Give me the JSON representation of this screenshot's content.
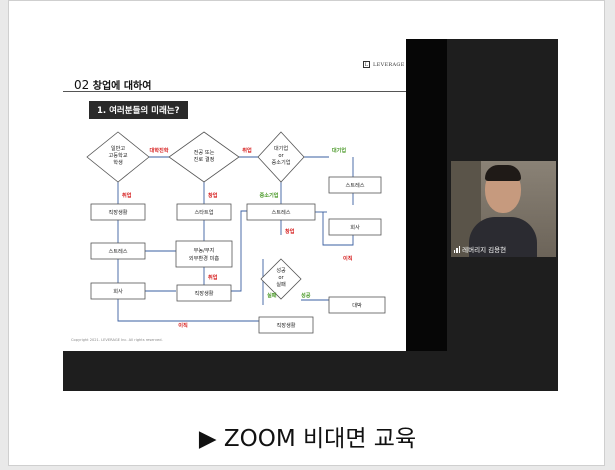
{
  "slide": {
    "logo_text": "LEVERAGE",
    "logo_mark": "L",
    "section_num": "02",
    "section_title": "창업에 대하여",
    "question": "1. 여러분들의 미래는?",
    "copyright": "Copyright 2021. LEVERAGE Inc. All rights reserved."
  },
  "flow": {
    "d1": [
      "일반고",
      "고등학교",
      "학생"
    ],
    "d2": [
      "전공 또는",
      "진로 결정"
    ],
    "d3": [
      "대기업",
      "or",
      "중소기업"
    ],
    "d4": [
      "성공",
      "or",
      "실패"
    ],
    "b_job1": "직장생활",
    "b_startup": "스타트업",
    "b_stress1": "스트레스",
    "b_stress_mid": "스트레스",
    "b_stress_right": "스트레스",
    "b_office": [
      "무농/무지",
      "외부환경 미흡"
    ],
    "b_quit1": "회사",
    "b_job2": "직장생활",
    "b_quit_right": "회사",
    "b_big": "대박",
    "b_job3": "직장생활",
    "l_college": "대학진학",
    "l_hire1": "취업",
    "l_hire2": "취업",
    "l_start": "창업",
    "l_hire3": "취업",
    "l_bigco": "대기업",
    "l_smallco": "중소기업",
    "l_found": "창업",
    "l_move1": "이직",
    "l_move2": "이직",
    "l_fail": "실패",
    "l_success": "성공"
  },
  "participant": {
    "name": "레버리지 김용현"
  },
  "caption": "▶ ZOOM 비대면 교육"
}
